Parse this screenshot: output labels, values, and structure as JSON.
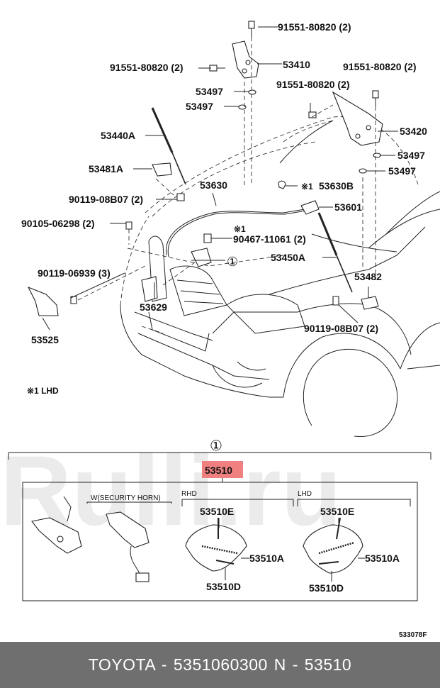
{
  "labels": {
    "p91551_top": "91551-80820 (2)",
    "p91551_left": "91551-80820 (2)",
    "p91551_right": "91551-80820 (2)",
    "p91551_mid": "91551-80820 (2)",
    "p53410": "53410",
    "p53497_a": "53497",
    "p53497_b": "53497",
    "p53497_c": "53497",
    "p53497_d": "53497",
    "p53420": "53420",
    "p53440a": "53440A",
    "p53481a": "53481A",
    "p53630": "53630",
    "p53630b": "53630B",
    "note1_a": "※1",
    "note1_b": "※1",
    "p90119_08b07_a": "90119-08B07 (2)",
    "p53601": "53601",
    "p90105": "90105-06298 (2)",
    "p90467": "90467-11061 (2)",
    "circle1_a": "①",
    "p53450a": "53450A",
    "p90119_06939": "90119-06939 (3)",
    "p53482": "53482",
    "p53629": "53629",
    "p90119_08b07_b": "90119-08B07 (2)",
    "p53525": "53525",
    "note_lhd": "※1 LHD",
    "circle1_b": "①",
    "p53510": "53510",
    "security_horn": "W(SECURITY HORN)",
    "rhd": "RHD",
    "lhd": "LHD",
    "p53510e_rhd": "53510E",
    "p53510a_rhd": "53510A",
    "p53510d_rhd": "53510D",
    "p53510e_lhd": "53510E",
    "p53510a_lhd": "53510A",
    "p53510d_lhd": "53510D",
    "code": "533078F"
  },
  "highlight_color": "#f08080",
  "watermark": "Rulli.ru",
  "footer": {
    "text": "TOYOTA - 5351060300     N - 53510"
  }
}
